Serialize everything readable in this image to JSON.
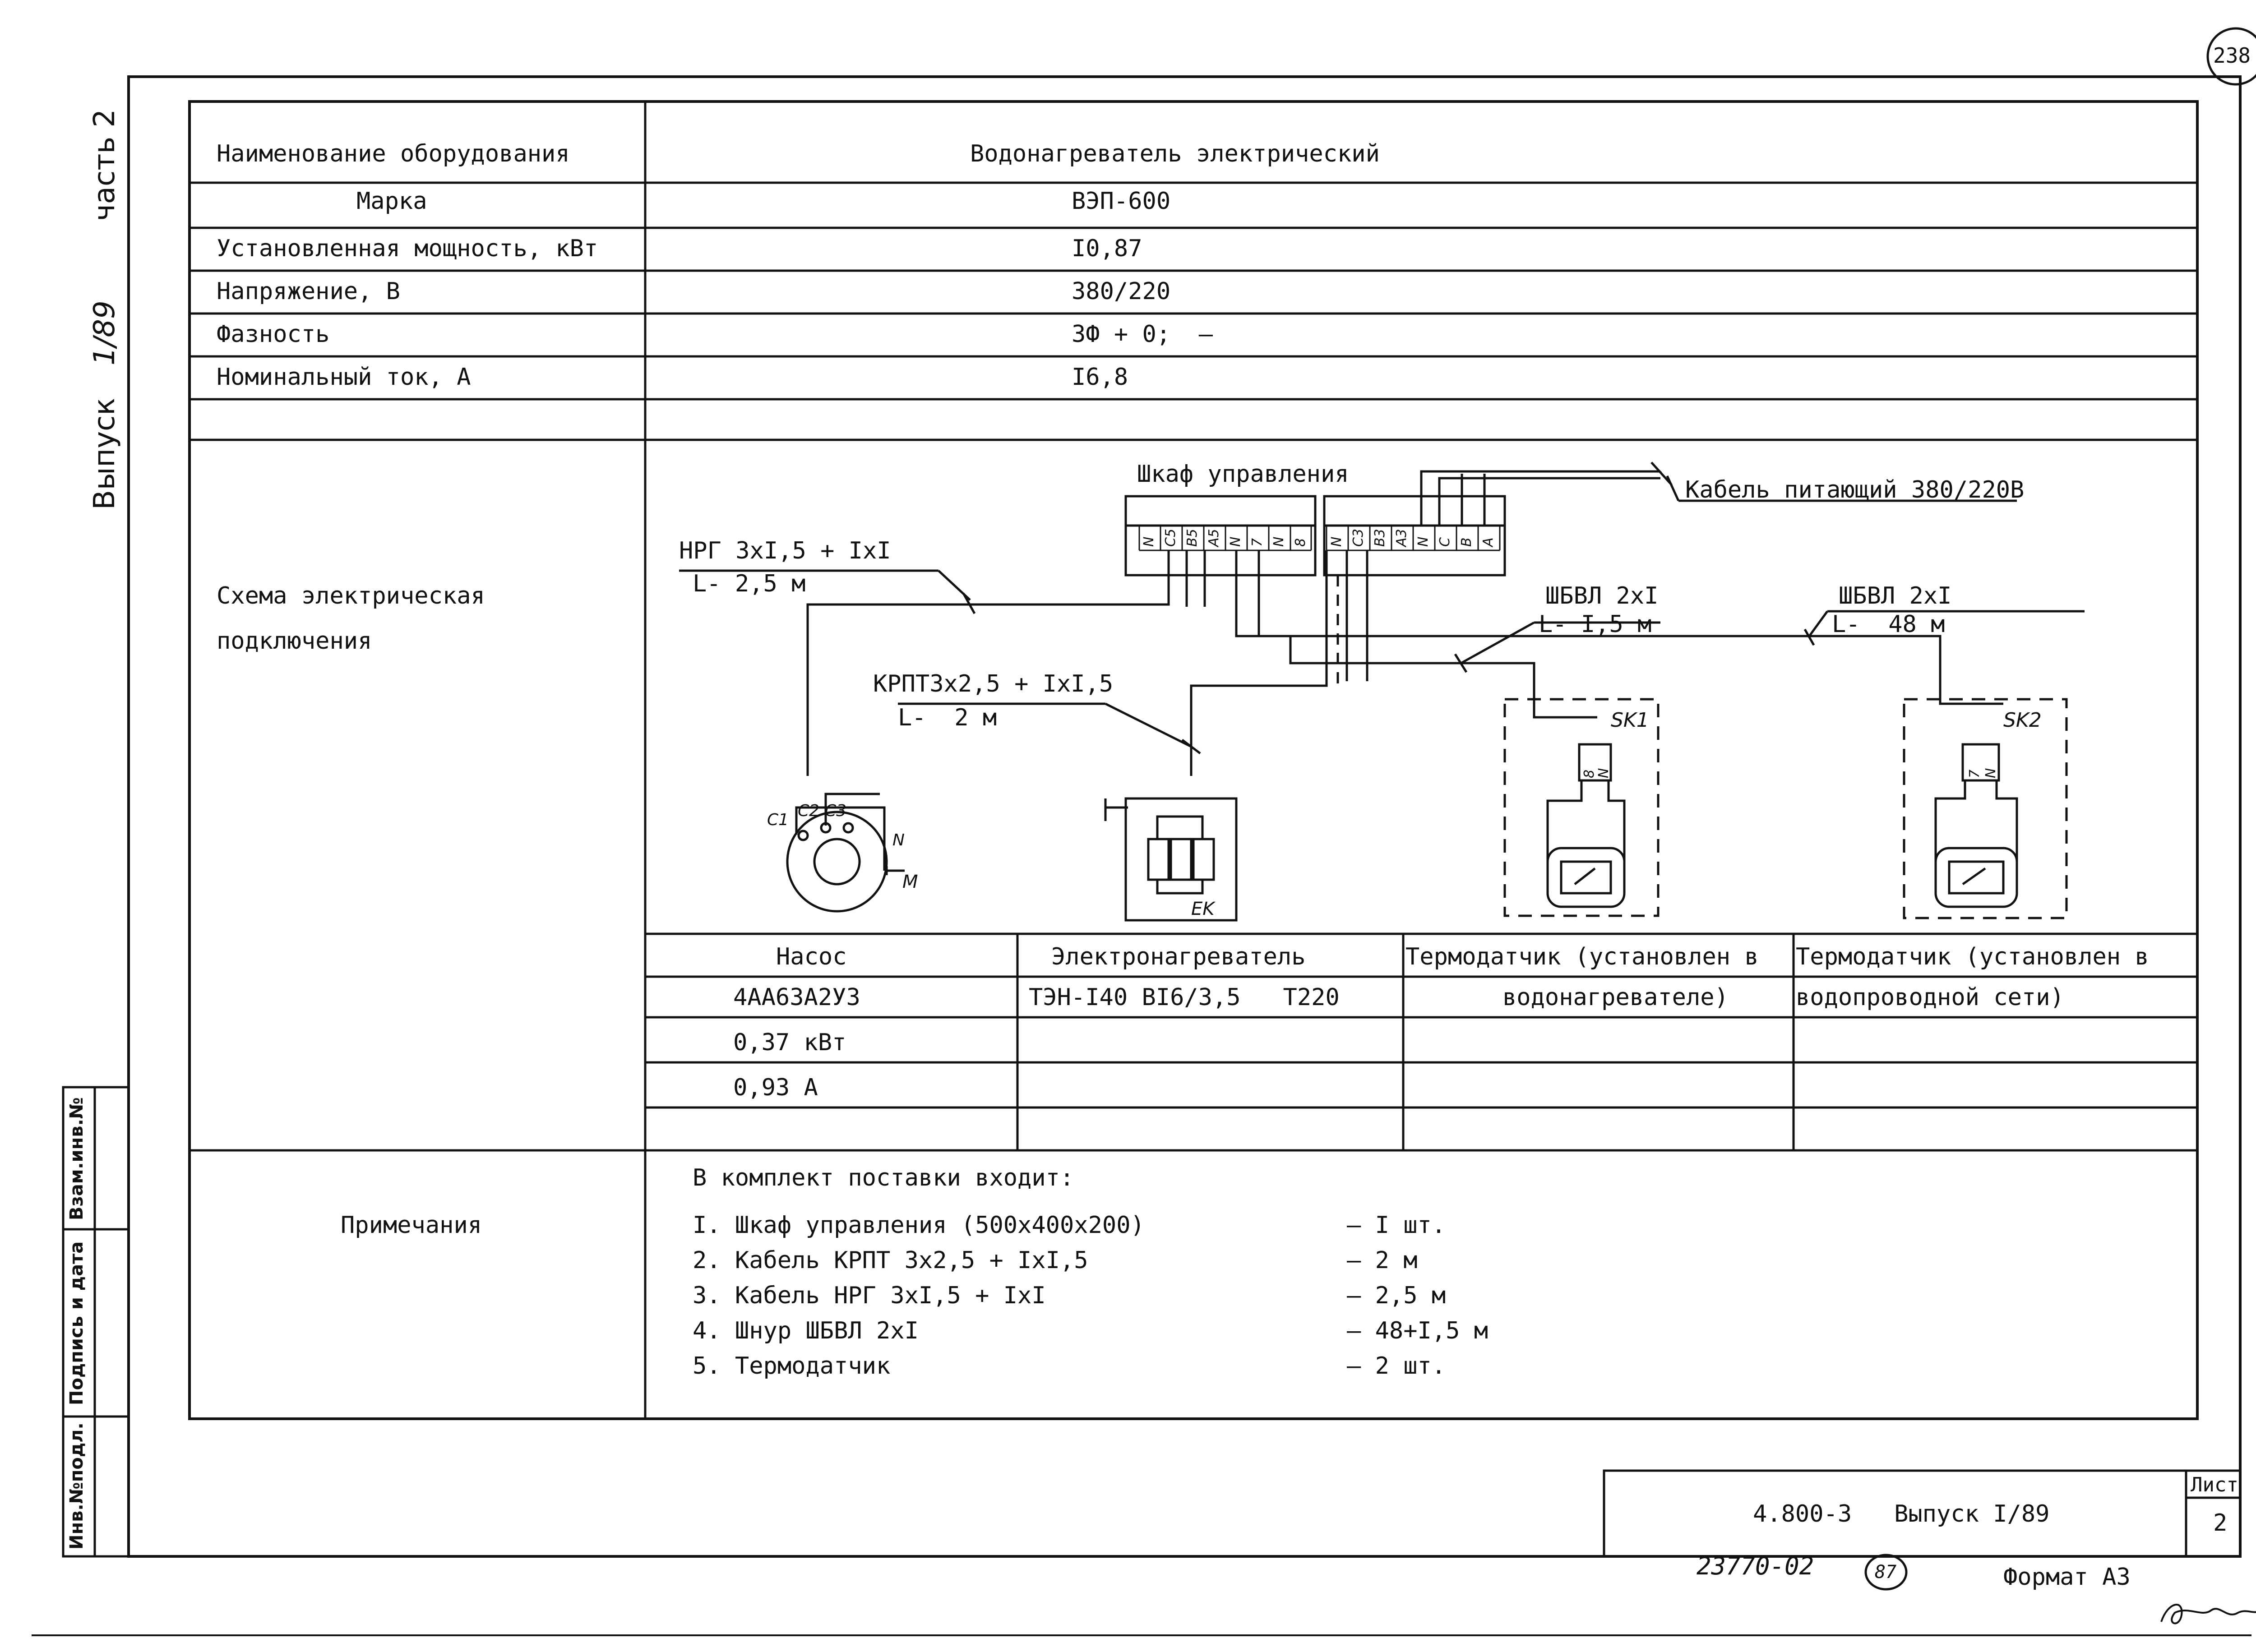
{
  "sheet_number": "238",
  "side": {
    "part": "часть 2",
    "issue": "Выпуск",
    "issue_no": "1/89"
  },
  "stamp_labels": [
    "Инв.№подл.",
    "Подпись и дата",
    "Взам.инв.№"
  ],
  "table": {
    "rows": [
      {
        "label": "Наименование оборудования",
        "value": "Водонагреватель электрический"
      },
      {
        "label": "Марка",
        "value": "ВЭП-600"
      },
      {
        "label": "Установленная мощность, кВт",
        "value": "I0,87"
      },
      {
        "label": "Напряжение, В",
        "value": "380/220"
      },
      {
        "label": "Фазность",
        "value": "3Ф + 0;  –"
      },
      {
        "label": "Номинальный ток, А",
        "value": "I6,8"
      }
    ],
    "scheme_label_1": "Схема электрическая",
    "scheme_label_2": "подключения"
  },
  "scheme": {
    "cabinet_title": "Шкаф управления",
    "supply_cable": "Кабель питающий 380/220В",
    "cable_nrg": "НРГ 3хI,5 + IхI",
    "cable_nrg_len": "L- 2,5 м",
    "cable_krpt": "КРПТ3х2,5 + IхI,5",
    "cable_krpt_len": "L-  2 м",
    "cable_shbvl1": "ШБВЛ 2хI",
    "cable_shbvl1_len": "L- I,5 м",
    "cable_shbvl2": "ШБВЛ 2хI",
    "cable_shbvl2_len": "L-  48 м",
    "terminals_left": [
      "N",
      "C5",
      "B5",
      "A5",
      "N",
      "7",
      "N",
      "8"
    ],
    "terminals_right": [
      "N",
      "C3",
      "B3",
      "A3",
      "N",
      "C",
      "B",
      "A"
    ],
    "sk1": "SK1",
    "sk2": "SK2",
    "sk1_terms": [
      "8",
      "N"
    ],
    "sk2_terms": [
      "7",
      "N"
    ],
    "ek": "EK",
    "motor_c1": "C1",
    "motor_c2": "C2",
    "motor_c3": "C3",
    "motor_n": "N",
    "motor_m": "M"
  },
  "equipment": {
    "columns": [
      {
        "name": "Насос",
        "lines": [
          "4АА63А2У3",
          "0,37 кВт",
          "0,93 А"
        ]
      },
      {
        "name": "Электронагреватель",
        "lines": [
          "ТЭН-I40 ВI6/3,5   Т220"
        ]
      },
      {
        "name": "Термодатчик (установлен в",
        "lines": [
          "водонагревателе)"
        ]
      },
      {
        "name": "Термодатчик (установлен в",
        "lines": [
          "водопроводной сети)"
        ]
      }
    ]
  },
  "notes": {
    "label": "Примечания",
    "intro": "В комплект поставки входит:",
    "items": [
      {
        "text": "I. Шкаф управления (500х400х200)",
        "qty": "– I шт."
      },
      {
        "text": "2. Кабель КРПТ 3х2,5 + IхI,5",
        "qty": "– 2 м"
      },
      {
        "text": "3. Кабель НРГ 3хI,5 + IхI",
        "qty": "– 2,5 м"
      },
      {
        "text": "4. Шнур ШБВЛ 2хI",
        "qty": "– 48+I,5 м"
      },
      {
        "text": "5. Термодатчик",
        "qty": "– 2 шт."
      }
    ]
  },
  "title_block": {
    "doc": "4.800-3   Выпуск I/89",
    "sheet_label": "Лист",
    "sheet": "2"
  },
  "footer": {
    "inventory": "23770-02",
    "circle_no": "87",
    "format": "Формат А3"
  }
}
